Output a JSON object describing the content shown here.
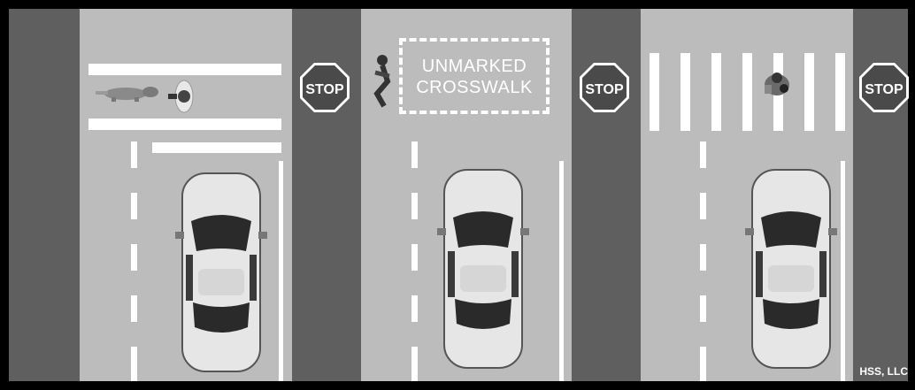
{
  "signs": {
    "stop_label": "STOP"
  },
  "crosswalk": {
    "label_line1": "UNMARKED",
    "label_line2": "CROSSWALK"
  },
  "credit": "HSS, LLC",
  "colors": {
    "sidewalk": "#5f5f5f",
    "road": "#bcbcbc",
    "markings": "#ffffff",
    "stop_sign": "#4a4a4a"
  },
  "icons": [
    "stop-sign-icon",
    "car-icon",
    "dog-icon",
    "pedestrian-icon",
    "cyclist-icon"
  ]
}
